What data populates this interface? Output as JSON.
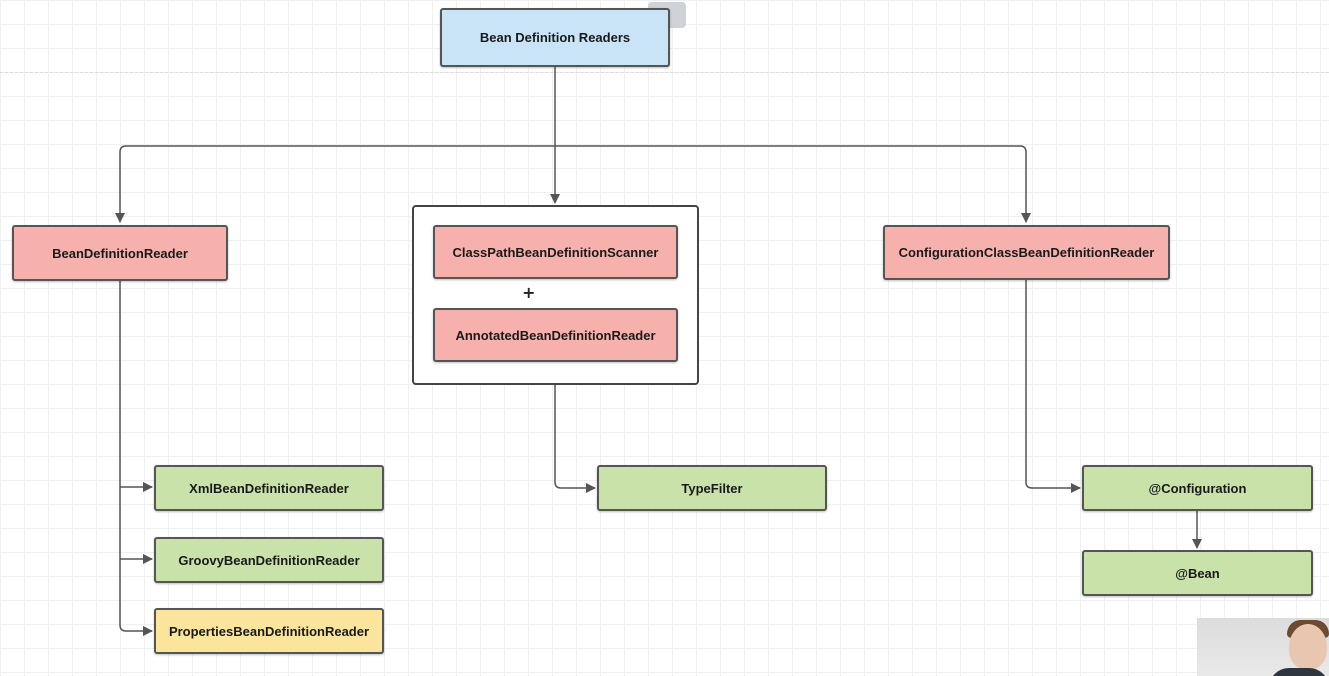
{
  "diagram": {
    "root": {
      "label": "Bean Definition Readers"
    },
    "left": {
      "label": "BeanDefinitionReader",
      "children": [
        {
          "label": "XmlBeanDefinitionReader"
        },
        {
          "label": "GroovyBeanDefinitionReader"
        },
        {
          "label": "PropertiesBeanDefinitionReader"
        }
      ]
    },
    "center": {
      "items": [
        {
          "label": "ClassPathBeanDefinitionScanner"
        },
        {
          "label": "AnnotatedBeanDefinitionReader"
        }
      ],
      "join_symbol": "+",
      "child": {
        "label": "TypeFilter"
      }
    },
    "right": {
      "label": "ConfigurationClassBeanDefinitionReader",
      "child": {
        "label": "@Configuration"
      },
      "grandchild": {
        "label": "@Bean"
      }
    },
    "colors": {
      "root": "#c9e3f7",
      "reader": "#f7b1ad",
      "impl": "#c8e2a9",
      "properties": "#fbe49c",
      "connector": "#555555"
    }
  }
}
